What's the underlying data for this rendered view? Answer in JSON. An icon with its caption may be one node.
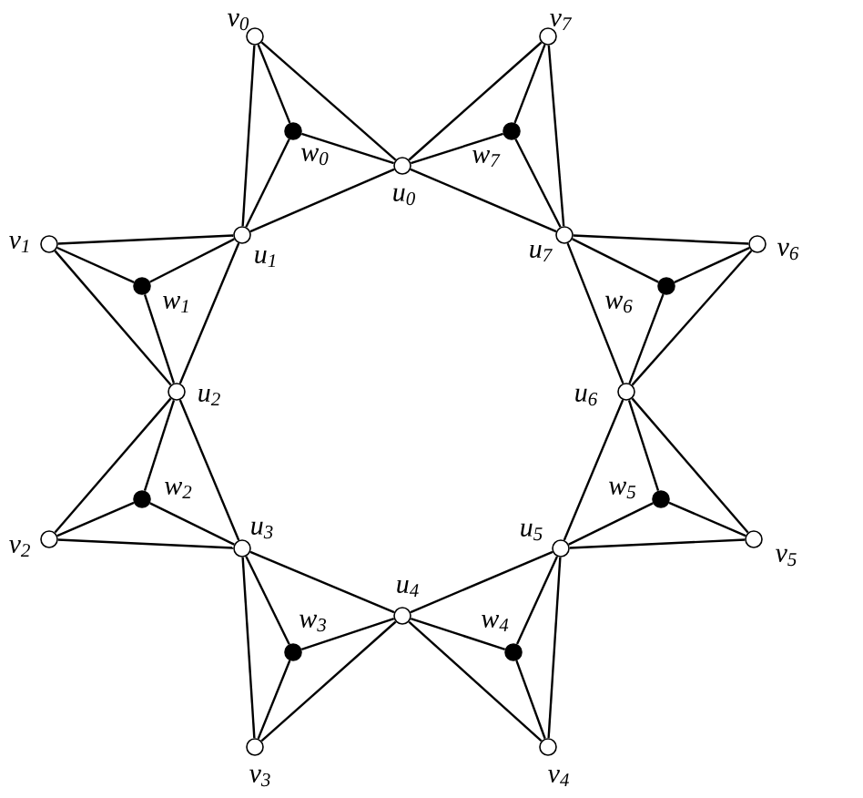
{
  "diagram": {
    "nodes": [
      {
        "text": [
          "u$_{0}$"
        ]
      },
      {
        "text": [
          "u$_{1}$"
        ]
      },
      {
        "text": [
          "u$_{2}$"
        ]
      },
      {
        "text": [
          "u$_{3}$"
        ]
      },
      {
        "text": [
          "u$_{4}$"
        ]
      },
      {
        "text": [
          "u$_{5}$"
        ]
      },
      {
        "text": [
          "u$_{6}$"
        ]
      },
      {
        "text": [
          "u$_{7}$"
        ]
      },
      {
        "text": [
          "v$_{0}$"
        ]
      },
      {
        "text": [
          "v$_{1}$"
        ]
      },
      {
        "text": [
          "v$_{2}$"
        ]
      },
      {
        "text": [
          "v$_{3}$"
        ]
      },
      {
        "text": [
          "v$_{4}$"
        ]
      },
      {
        "text": [
          "v$_{5}$"
        ]
      },
      {
        "text": [
          "v$_{6}$"
        ]
      },
      {
        "text": [
          "v$_{7}$"
        ]
      },
      {
        "text": [
          "w$_{0}$"
        ]
      },
      {
        "text": [
          "w$_{1}$"
        ]
      },
      {
        "text": [
          "w$_{2}$"
        ]
      },
      {
        "text": [
          "w$_{3}$"
        ]
      },
      {
        "text": [
          "w$_{4}$"
        ]
      },
      {
        "text": [
          "w$_{5}$"
        ]
      },
      {
        "text": [
          "w$_{6}$"
        ]
      },
      {
        "text": [
          "w$_{7}$"
        ]
      }
    ],
    "edges": [
      {
        "from": 0,
        "to": 1,
        "arrow": "none"
      },
      {
        "from": 8,
        "to": 0,
        "arrow": "none"
      },
      {
        "from": 8,
        "to": 1,
        "arrow": "none"
      },
      {
        "from": 16,
        "to": 0,
        "arrow": "none"
      },
      {
        "from": 16,
        "to": 1,
        "arrow": "none"
      },
      {
        "from": 16,
        "to": 8,
        "arrow": "none"
      },
      {
        "from": 1,
        "to": 2,
        "arrow": "none"
      },
      {
        "from": 9,
        "to": 1,
        "arrow": "none"
      },
      {
        "from": 9,
        "to": 2,
        "arrow": "none"
      },
      {
        "from": 17,
        "to": 1,
        "arrow": "none"
      },
      {
        "from": 17,
        "to": 2,
        "arrow": "none"
      },
      {
        "from": 17,
        "to": 9,
        "arrow": "none"
      },
      {
        "from": 2,
        "to": 3,
        "arrow": "none"
      },
      {
        "from": 10,
        "to": 2,
        "arrow": "none"
      },
      {
        "from": 10,
        "to": 3,
        "arrow": "none"
      },
      {
        "from": 18,
        "to": 2,
        "arrow": "none"
      },
      {
        "from": 18,
        "to": 3,
        "arrow": "none"
      },
      {
        "from": 18,
        "to": 10,
        "arrow": "none"
      },
      {
        "from": 3,
        "to": 4,
        "arrow": "none"
      },
      {
        "from": 11,
        "to": 3,
        "arrow": "none"
      },
      {
        "from": 11,
        "to": 4,
        "arrow": "none"
      },
      {
        "from": 19,
        "to": 3,
        "arrow": "none"
      },
      {
        "from": 19,
        "to": 4,
        "arrow": "none"
      },
      {
        "from": 19,
        "to": 11,
        "arrow": "none"
      },
      {
        "from": 4,
        "to": 5,
        "arrow": "none"
      },
      {
        "from": 12,
        "to": 4,
        "arrow": "none"
      },
      {
        "from": 12,
        "to": 5,
        "arrow": "none"
      },
      {
        "from": 20,
        "to": 4,
        "arrow": "none"
      },
      {
        "from": 20,
        "to": 5,
        "arrow": "none"
      },
      {
        "from": 20,
        "to": 12,
        "arrow": "none"
      },
      {
        "from": 5,
        "to": 6,
        "arrow": "none"
      },
      {
        "from": 13,
        "to": 5,
        "arrow": "none"
      },
      {
        "from": 13,
        "to": 6,
        "arrow": "none"
      },
      {
        "from": 21,
        "to": 5,
        "arrow": "none"
      },
      {
        "from": 21,
        "to": 6,
        "arrow": "none"
      },
      {
        "from": 21,
        "to": 13,
        "arrow": "none"
      },
      {
        "from": 6,
        "to": 7,
        "arrow": "none"
      },
      {
        "from": 14,
        "to": 6,
        "arrow": "none"
      },
      {
        "from": 14,
        "to": 7,
        "arrow": "none"
      },
      {
        "from": 22,
        "to": 6,
        "arrow": "none"
      },
      {
        "from": 22,
        "to": 7,
        "arrow": "none"
      },
      {
        "from": 22,
        "to": 14,
        "arrow": "none"
      },
      {
        "from": 7,
        "to": 0,
        "arrow": "none"
      },
      {
        "from": 15,
        "to": 7,
        "arrow": "none"
      },
      {
        "from": 15,
        "to": 0,
        "arrow": "none"
      },
      {
        "from": 23,
        "to": 7,
        "arrow": "none"
      },
      {
        "from": 23,
        "to": 0,
        "arrow": "none"
      },
      {
        "from": 23,
        "to": 15,
        "arrow": "none"
      }
    ]
  }
}
